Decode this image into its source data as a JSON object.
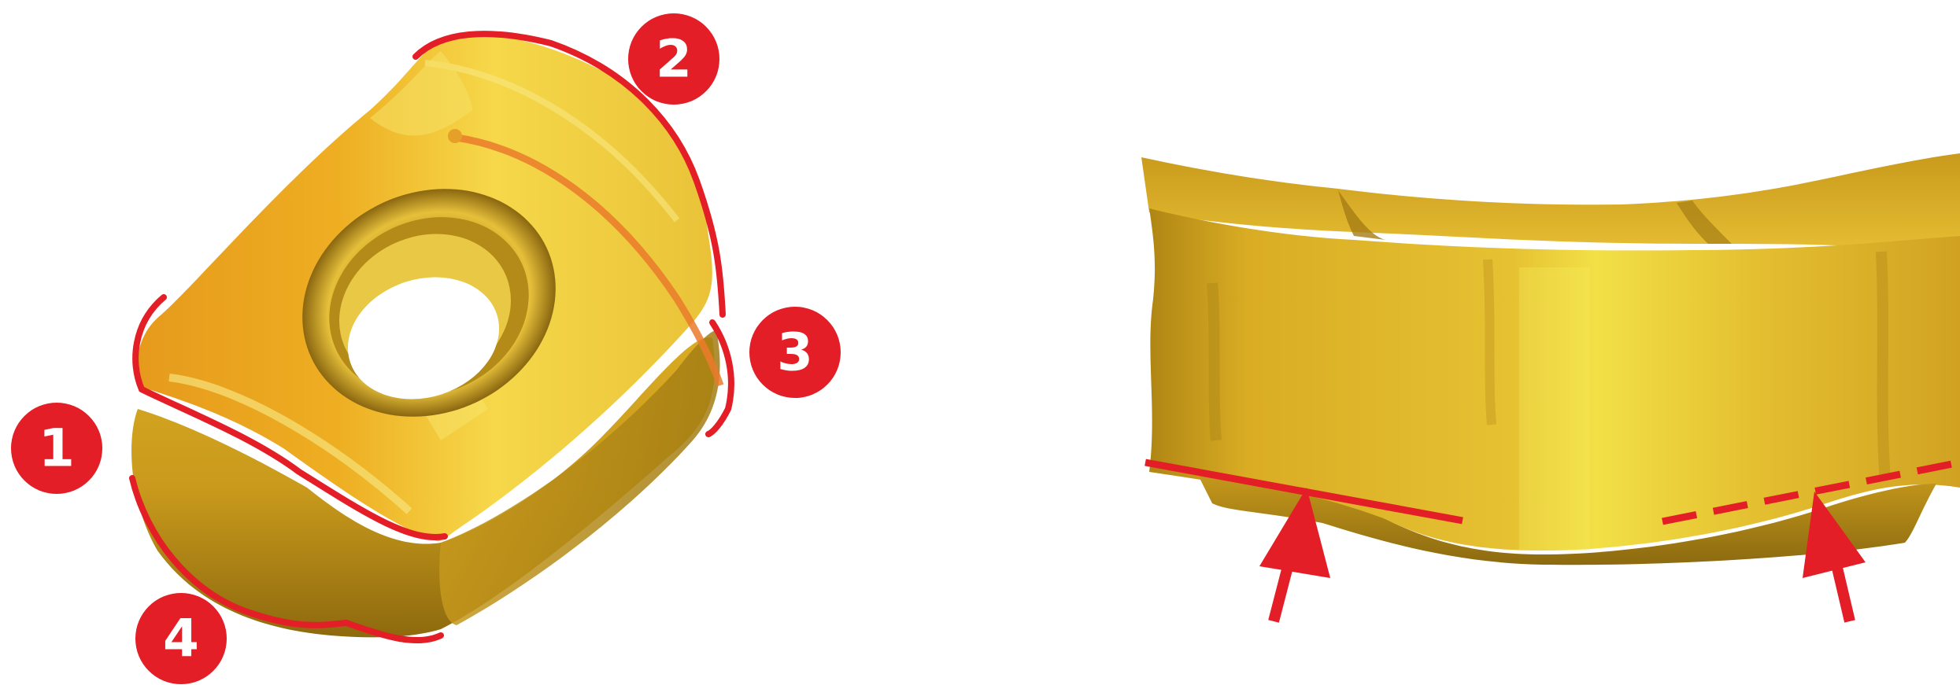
{
  "colors": {
    "background": "#ffffff",
    "insert_gold_light": "#f3dc4a",
    "insert_gold_mid": "#e0b528",
    "insert_gold_dark": "#a07c12",
    "insert_orange": "#e8a020",
    "edge_marking_red": "#e41e26",
    "badge_fill": "#e41e26",
    "badge_text": "#ffffff"
  },
  "badges": [
    {
      "id": "edge-1",
      "label": "1"
    },
    {
      "id": "edge-2",
      "label": "2"
    },
    {
      "id": "edge-3",
      "label": "3"
    },
    {
      "id": "edge-4",
      "label": "4"
    }
  ],
  "views": {
    "left": "insert-isometric-view",
    "right": "insert-side-profile-view"
  },
  "edge_line_styles": {
    "left_edge": "solid",
    "right_edge": "dashed"
  }
}
